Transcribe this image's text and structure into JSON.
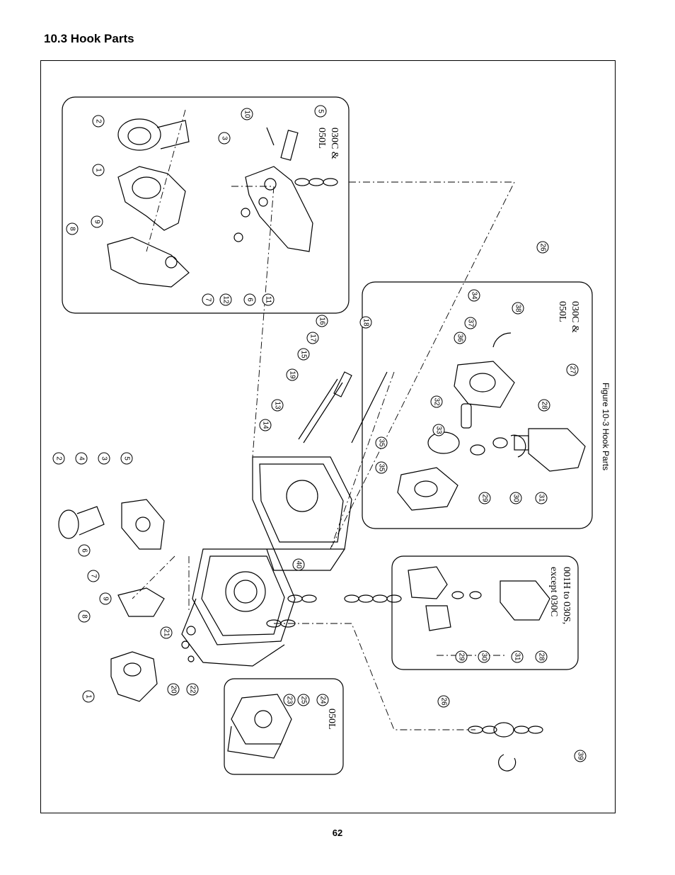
{
  "section_title": "10.3   Hook Parts",
  "figure_caption": "Figure 10-3  Hook Parts",
  "page_number": "62",
  "inset_labels": {
    "top_left": "030C &\n050L",
    "right_middle": "030C &\n050L",
    "right_lower": "001H to 030S,\nexcept 030C",
    "bottom_small": "050L"
  },
  "part_callouts": [
    "1",
    "2",
    "3",
    "4",
    "5",
    "6",
    "7",
    "8",
    "9",
    "10",
    "11",
    "12",
    "13",
    "14",
    "15",
    "16",
    "17",
    "18",
    "19",
    "20",
    "21",
    "22",
    "23",
    "24",
    "25",
    "26",
    "27",
    "28",
    "29",
    "30",
    "31",
    "32",
    "33",
    "34",
    "35",
    "36",
    "37",
    "38",
    "39",
    "40"
  ]
}
